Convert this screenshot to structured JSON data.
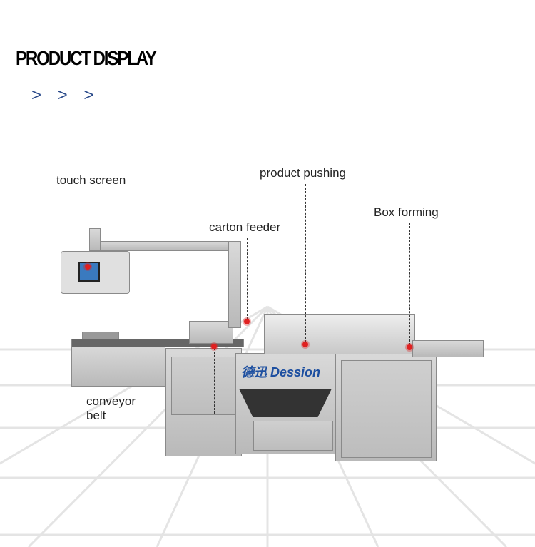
{
  "header": {
    "title": "PRODUCT DISPLAY",
    "chevrons": "> > >"
  },
  "labels": {
    "touch_screen": "touch screen",
    "product_pushing": "product pushing",
    "carton_feeder": "carton feeder",
    "box_forming": "Box forming",
    "conveyor_belt_line1": "conveyor",
    "conveyor_belt_line2": "belt"
  },
  "machine_brand": {
    "chinese": "德迅",
    "name": "Dession"
  },
  "colors": {
    "chevron": "#2a4a8a",
    "marker": "#e02020",
    "brand": "#1d4fa0"
  }
}
